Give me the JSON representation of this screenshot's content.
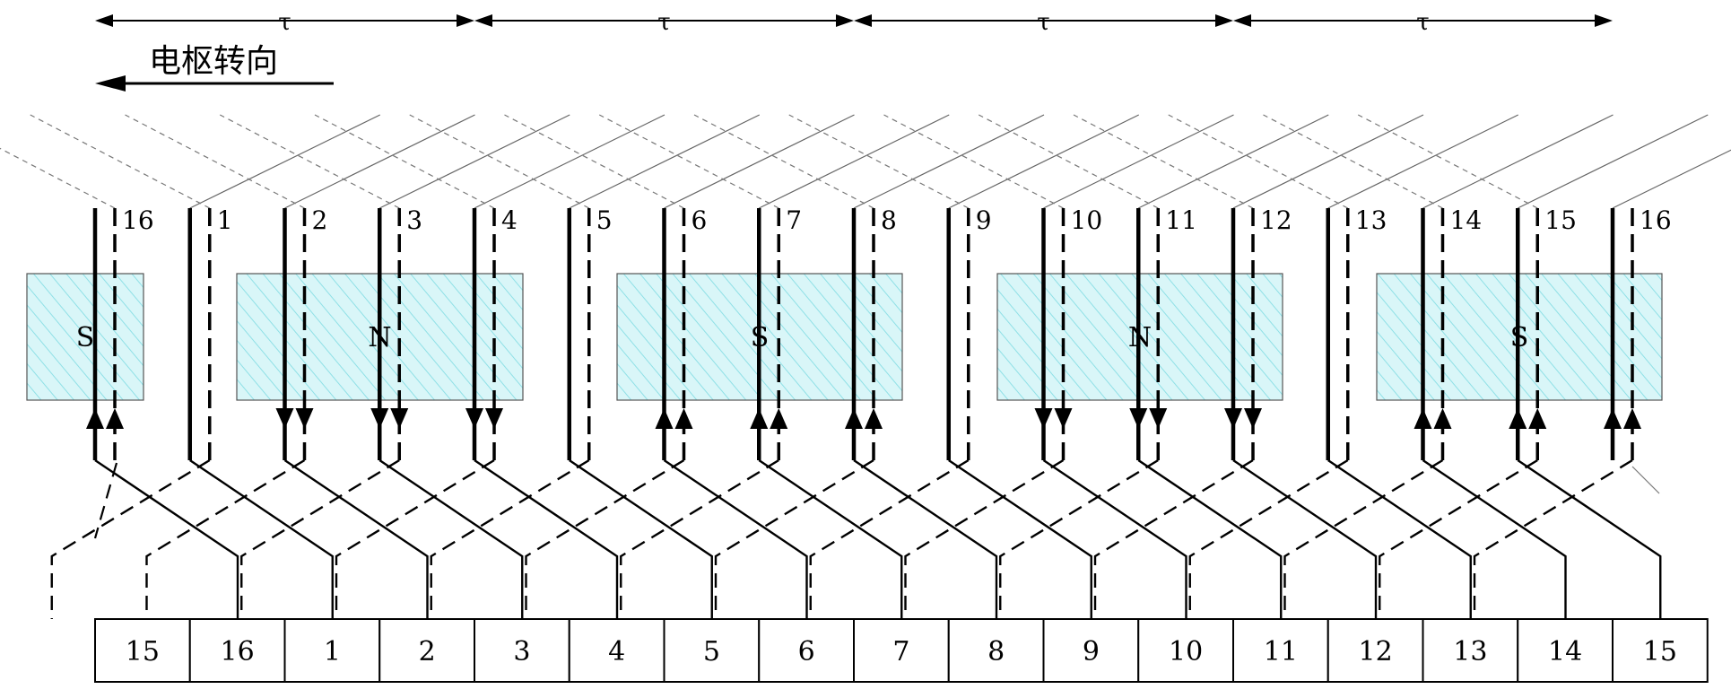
{
  "diagram": {
    "pole_pitch_symbol": "τ",
    "pole_pitches": [
      "τ",
      "τ",
      "τ",
      "τ"
    ],
    "rotation_label": "电枢转向",
    "rotation_direction": "left",
    "slots": [
      {
        "number": "16",
        "current": "up"
      },
      {
        "number": "1",
        "current": "none"
      },
      {
        "number": "2",
        "current": "down"
      },
      {
        "number": "3",
        "current": "down"
      },
      {
        "number": "4",
        "current": "down"
      },
      {
        "number": "5",
        "current": "none"
      },
      {
        "number": "6",
        "current": "up"
      },
      {
        "number": "7",
        "current": "up"
      },
      {
        "number": "8",
        "current": "up"
      },
      {
        "number": "9",
        "current": "none"
      },
      {
        "number": "10",
        "current": "down"
      },
      {
        "number": "11",
        "current": "down"
      },
      {
        "number": "12",
        "current": "down"
      },
      {
        "number": "13",
        "current": "none"
      },
      {
        "number": "14",
        "current": "up"
      },
      {
        "number": "15",
        "current": "up"
      },
      {
        "number": "16",
        "current": "up"
      }
    ],
    "poles": [
      "S",
      "N",
      "S",
      "N",
      "S"
    ],
    "commutator_segments": [
      "15",
      "16",
      "1",
      "2",
      "3",
      "4",
      "5",
      "6",
      "7",
      "8",
      "9",
      "10",
      "11",
      "12",
      "13",
      "14",
      "15"
    ],
    "colors": {
      "line": "#000000",
      "pole_fill": "#d9f6f8",
      "pole_hatch": "#8fe0e6",
      "thin_line": "#888888"
    }
  }
}
